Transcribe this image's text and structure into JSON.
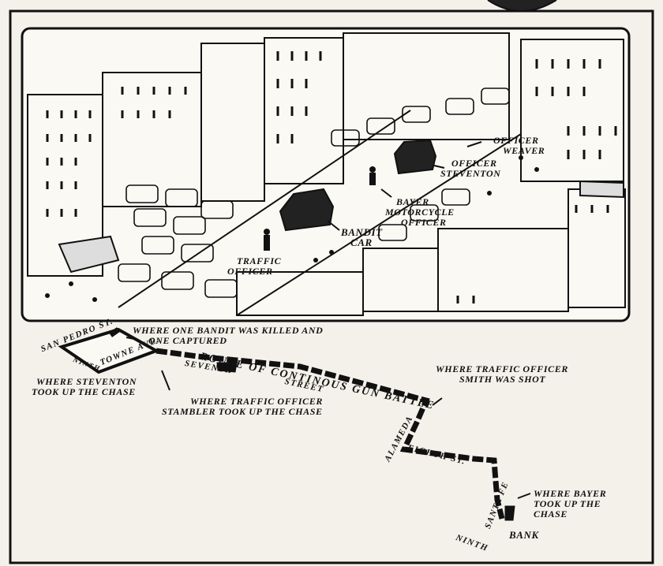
{
  "scene_labels": {
    "officer_weaver": [
      "OFFICER",
      "WEAVER"
    ],
    "officer_steventon": [
      "OFFICER",
      "STEVENTON"
    ],
    "bayer_motorcycle": [
      "BAYER",
      "MOTORCYCLE",
      "OFFICER"
    ],
    "bandit_car": [
      "BANDIT",
      "CAR"
    ],
    "traffic_officer": [
      "TRAFFIC",
      "OFFICER"
    ]
  },
  "map_labels": {
    "killed": [
      "WHERE ONE BANDIT WAS KILLED AND",
      "ONE CAPTURED"
    ],
    "steventon_chase": [
      "WHERE STEVENTON",
      "TOOK UP THE CHASE"
    ],
    "stambler_chase": [
      "WHERE TRAFFIC OFFICER",
      "STAMBLER TOOK UP THE CHASE"
    ],
    "smith_shot": [
      "WHERE TRAFFIC OFFICER",
      "SMITH WAS SHOT"
    ],
    "bayer_chase": [
      "WHERE BAYER",
      "TOOK UP THE",
      "CHASE"
    ],
    "route": [
      "ROUTE OF CONTINOUS GUN BATTLE"
    ],
    "bank": [
      "BANK"
    ]
  },
  "streets": {
    "san_pedro": "SAN PEDRO ST.",
    "towne": "TOWNE AVE.",
    "ninth_west": "NINTH",
    "seventh": "SEVENTH",
    "street": "STREET",
    "alameda": "ALAMEDA",
    "eighth": "EIGHTH ST.",
    "santa_fe": "SANTA FE",
    "ninth_south": "NINTH"
  },
  "colors": {
    "ink": "#111111",
    "paper": "#f4f1ea"
  }
}
